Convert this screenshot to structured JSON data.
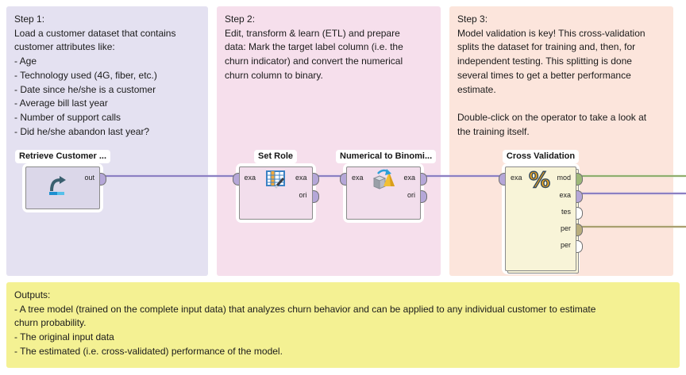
{
  "annotations": {
    "step1": "Step 1:\nLoad a customer dataset that contains\ncustomer attributes like:\n- Age\n- Technology used (4G, fiber, etc.)\n- Date since he/she is a customer\n- Average bill last year\n- Number of support calls\n- Did he/she abandon last year?",
    "step2": "Step 2:\nEdit, transform & learn (ETL) and prepare\ndata: Mark the target label column (i.e. the\nchurn indicator) and convert the numerical\nchurn column to binary.",
    "step3": "Step 3:\nModel validation is key! This cross-validation\nsplits the dataset for training and, then, for\nindependent testing. This splitting is done\nseveral times to get a better performance\nestimate.\n\nDouble-click on the operator to take a look at\nthe training itself.",
    "outputs": "Outputs:\n- A tree model (trained on the complete input data) that analyzes churn behavior and can be applied to any individual customer to estimate\nchurn probability.\n- The original input data\n- The estimated (i.e. cross-validated) performance of the model."
  },
  "operators": [
    {
      "name": "Retrieve Customer ...",
      "icon": "retrieve-arrow-icon",
      "in_ports": [],
      "out_ports": [
        {
          "label": "out",
          "color": "#b5a7d8"
        }
      ]
    },
    {
      "name": "Set Role",
      "icon": "table-edit-icon",
      "in_ports": [
        {
          "label": "exa",
          "color": "#b5a7d8"
        }
      ],
      "out_ports": [
        {
          "label": "exa",
          "color": "#b5a7d8"
        },
        {
          "label": "ori",
          "color": "#b5a7d8"
        }
      ]
    },
    {
      "name": "Numerical to Binomi...",
      "icon": "cube-to-pyramid-icon",
      "in_ports": [
        {
          "label": "exa",
          "color": "#b5a7d8"
        }
      ],
      "out_ports": [
        {
          "label": "exa",
          "color": "#b5a7d8"
        },
        {
          "label": "ori",
          "color": "#b5a7d8"
        }
      ]
    },
    {
      "name": "Cross Validation",
      "icon": "percent-icon",
      "in_ports": [
        {
          "label": "exa",
          "color": "#b5a7d8"
        }
      ],
      "out_ports": [
        {
          "label": "mod",
          "color": "#9cb878"
        },
        {
          "label": "exa",
          "color": "#b5a7d8"
        },
        {
          "label": "tes",
          "color": "#ffffff"
        },
        {
          "label": "per",
          "color": "#b9ae7d"
        },
        {
          "label": "per",
          "color": "#ffffff"
        }
      ]
    }
  ],
  "colors": {
    "panel_step1": "#e4e1f1",
    "panel_step2": "#f6dfec",
    "panel_step3": "#fce5dc",
    "panel_outputs": "#f4f193",
    "wire_example": "#8b7fc3",
    "wire_model": "#8fae6d",
    "wire_performance": "#a89f6e"
  }
}
